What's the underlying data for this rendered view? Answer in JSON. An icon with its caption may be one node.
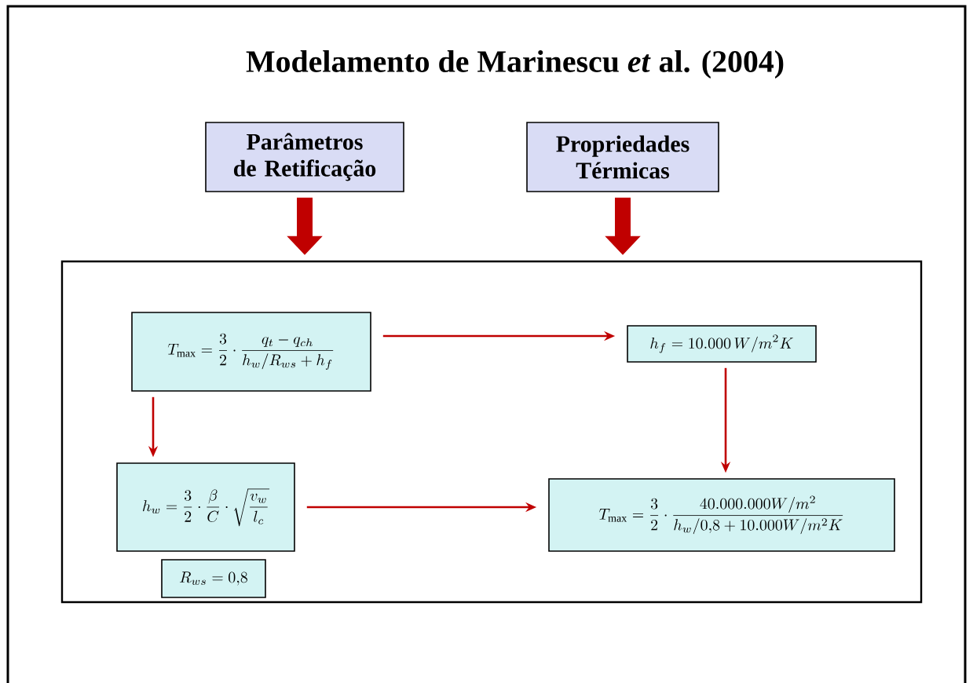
{
  "diagram": {
    "title": "Modelamento de Marinescu *et* al. (2004)",
    "nodes": [
      {
        "text": [
          "Parâmetros de Retificação"
        ]
      },
      {
        "text": [
          "Propriedades Térmicas"
        ]
      },
      {
        "text": [],
        "shape": "box"
      },
      {
        "text": [
          "T_{\\max}=\\frac{3}{2}\\cdot\\frac{q_t-q_{ch}}{h_w/R_{ws}+h_f}"
        ],
        "in": 2
      },
      {
        "text": [
          "h_f=10.000\\,W/m^2K"
        ],
        "in": 2
      },
      {
        "text": [
          "h_w=\\frac{3}{2}\\cdot\\frac{\\beta}{C}\\cdot\\sqrt{\\frac{v_w}{l_c}}"
        ],
        "in": 2
      },
      {
        "text": [
          "R_{ws}=0{,}8"
        ],
        "in": 2
      },
      {
        "text": [
          "T_{\\max}=\\frac{3}{2}\\cdot\\frac{40.000.000W/m^2}{h_w/0{,}8+10.000W/m^2K}"
        ],
        "in": 2
      }
    ],
    "edges": [
      {
        "from": 0,
        "to": 2,
        "arrow": "to",
        "style": "thick"
      },
      {
        "from": 1,
        "to": 2,
        "arrow": "to",
        "style": "thick"
      },
      {
        "from": 3,
        "to": 4,
        "arrow": "to"
      },
      {
        "from": 3,
        "to": 5,
        "arrow": "to"
      },
      {
        "from": 4,
        "to": 7,
        "arrow": "to"
      },
      {
        "from": 5,
        "to": 7,
        "arrow": "to"
      }
    ]
  }
}
